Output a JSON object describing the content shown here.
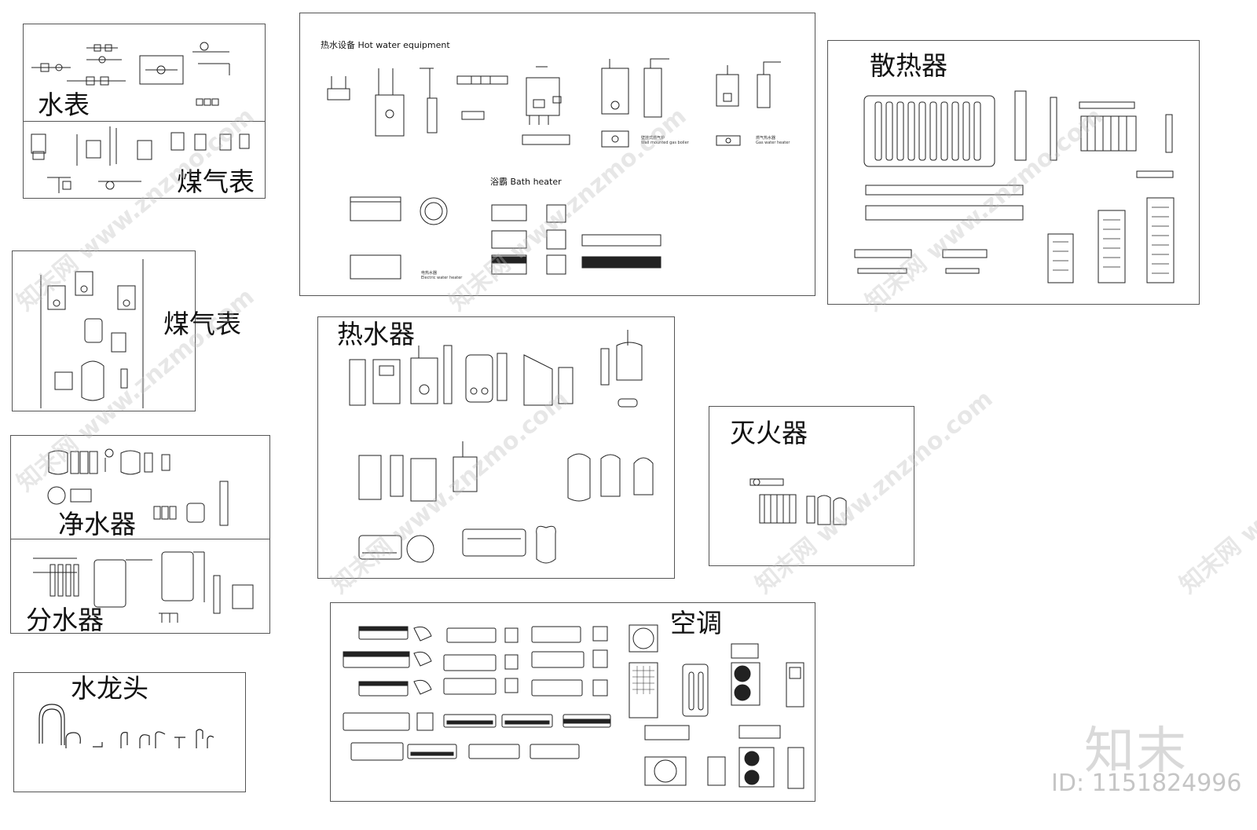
{
  "panels": {
    "water_meter": {
      "title": "水表",
      "sub": "煤气表"
    },
    "hot_water_equipment": {
      "heading": "热水设备 Hot water equipment",
      "bath_heater_heading": "浴霸 Bath heater",
      "label_wall_boiler_cn": "壁挂式燃气炉",
      "label_wall_boiler_en": "Wall mounted gas boiler",
      "label_gas_heater_cn": "燃气热水器",
      "label_gas_heater_en": "Gas water heater",
      "label_electric_cn": "电热水器",
      "label_electric_en": "Electric water heater"
    },
    "radiator": {
      "title": "散热器"
    },
    "gas_meter": {
      "title": "煤气表"
    },
    "water_heater": {
      "title": "热水器"
    },
    "water_purifier": {
      "title": "净水器",
      "sub": "分水器"
    },
    "fire_extinguisher": {
      "title": "灭火器"
    },
    "faucet": {
      "title": "水龙头"
    },
    "air_conditioner": {
      "title": "空调"
    }
  },
  "watermark": {
    "text": "知末网 www.znzmo.com",
    "logo": "知末",
    "id_text": "ID: 1151824996"
  }
}
